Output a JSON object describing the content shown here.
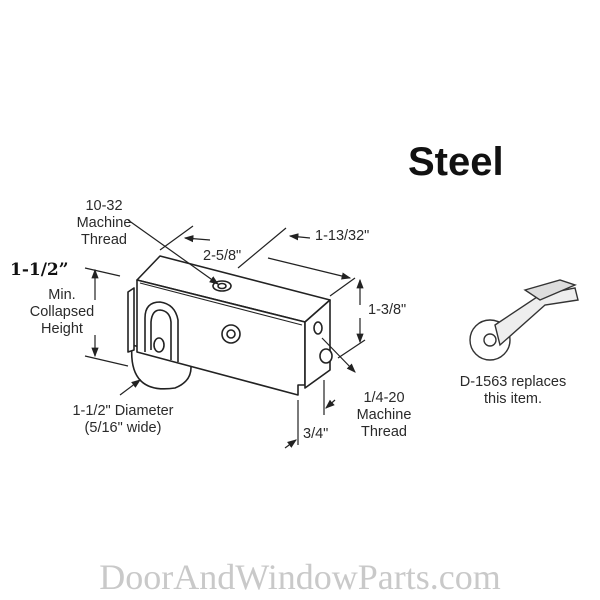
{
  "title": "Steel",
  "labels": {
    "thread_top": [
      "10-32",
      "Machine",
      "Thread"
    ],
    "length": "2-5/8\"",
    "spacing": "1-13/32\"",
    "collapsed_height_value": "1-1/2”",
    "collapsed_height": [
      "Min.",
      "Collapsed",
      "Height"
    ],
    "width": "1-3/8\"",
    "thread_side": [
      "1/4-20",
      "Machine",
      "Thread"
    ],
    "wheel": [
      "1-1/2\" Diameter",
      "(5/16\" wide)"
    ],
    "offset": "3/4\""
  },
  "replacement_note": [
    "D-1563 replaces",
    "this item."
  ],
  "watermark": "DoorAndWindowParts.com"
}
